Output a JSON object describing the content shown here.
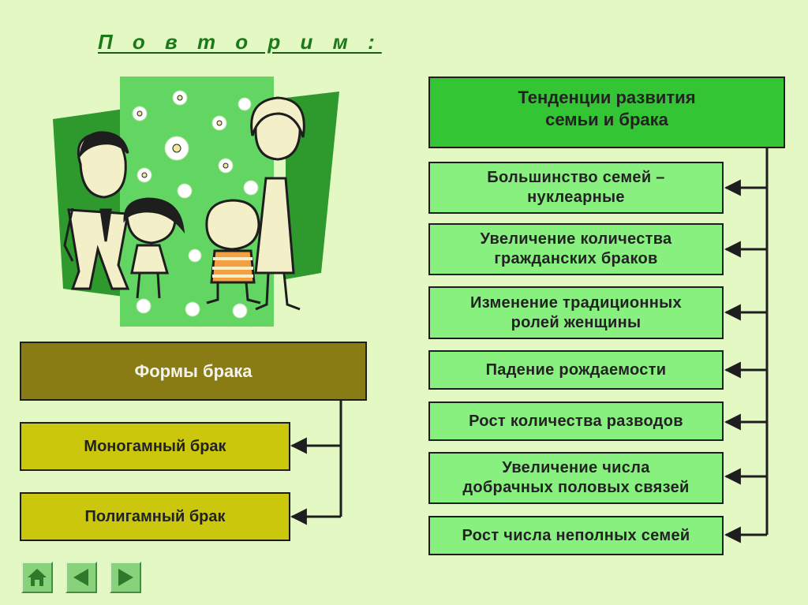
{
  "title": "П о в т о р и м :",
  "trends": {
    "header": [
      "Тенденции развития",
      "семьи и брака"
    ],
    "items": [
      [
        "Большинство семей –",
        "нуклеарные"
      ],
      [
        "Увеличение количества",
        "гражданских браков"
      ],
      [
        "Изменение традиционных",
        "ролей женщины"
      ],
      [
        "Падение рождаемости"
      ],
      [
        "Рост количества разводов"
      ],
      [
        "Увеличение числа",
        "добрачных половых связей"
      ],
      [
        "Рост числа неполных семей"
      ]
    ]
  },
  "forms": {
    "header": "Формы брака",
    "items": [
      "Моногамный брак",
      "Полигамный брак"
    ]
  },
  "nav": {
    "home_icon": "home-icon",
    "prev_icon": "arrow-left-icon",
    "next_icon": "arrow-right-icon"
  },
  "colors": {
    "background": "#e4f8c4",
    "trend_header": "#33c533",
    "trend_item": "#88f07e",
    "forms_header": "#8a7c14",
    "forms_item": "#cbc70c"
  }
}
